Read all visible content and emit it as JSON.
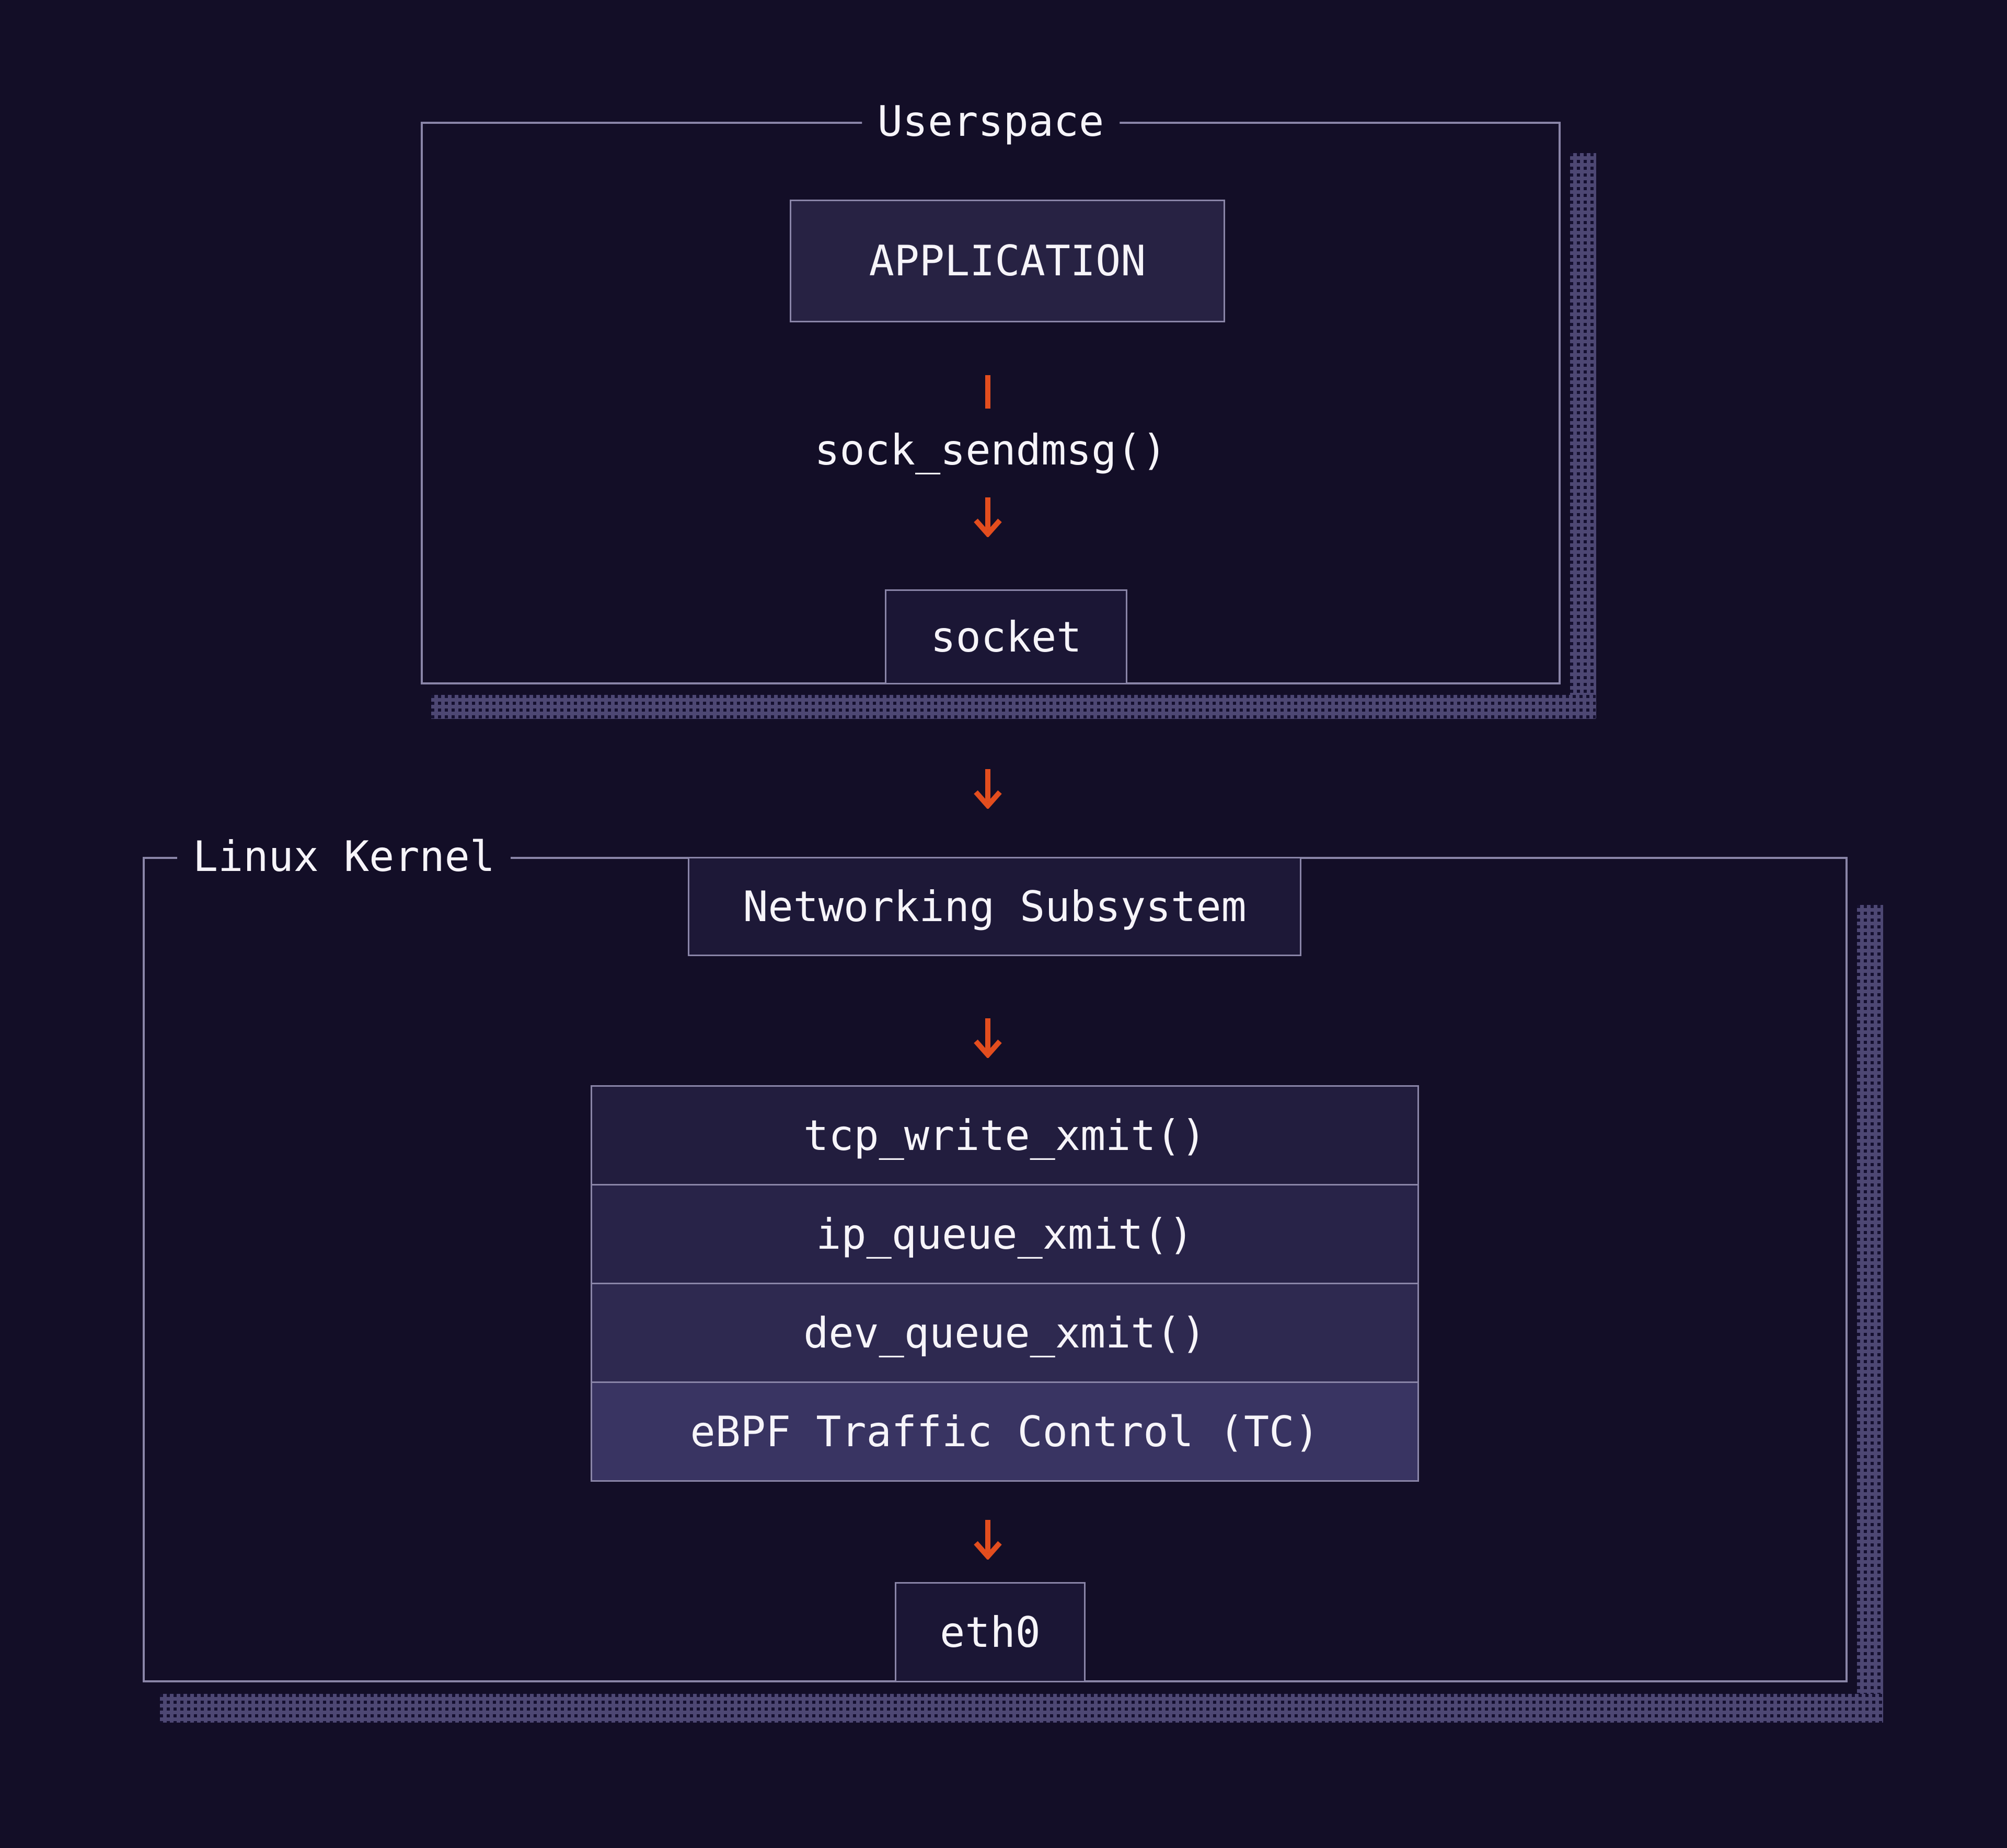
{
  "colors": {
    "background": "#130e27",
    "border": "#8a85a8",
    "accent_orange": "#e34d1e",
    "text": "#f6f4f9",
    "shadow_pattern": "#4d4773",
    "application_fill": "#272243",
    "socket_fill": "#1b1635",
    "networking_fill": "#1d1837",
    "stack_fills": [
      "#221d3e",
      "#282348",
      "#2e2950",
      "#393462"
    ]
  },
  "userspace": {
    "label": "Userspace",
    "application_label": "APPLICATION",
    "syscall_label": "sock_sendmsg()",
    "socket_label": "socket"
  },
  "kernel": {
    "label": "Linux Kernel",
    "networking_label": "Networking Subsystem",
    "stack": [
      "tcp_write_xmit()",
      "ip_queue_xmit()",
      "dev_queue_xmit()",
      "eBPF Traffic Control (TC)"
    ],
    "device_label": "eth0"
  }
}
